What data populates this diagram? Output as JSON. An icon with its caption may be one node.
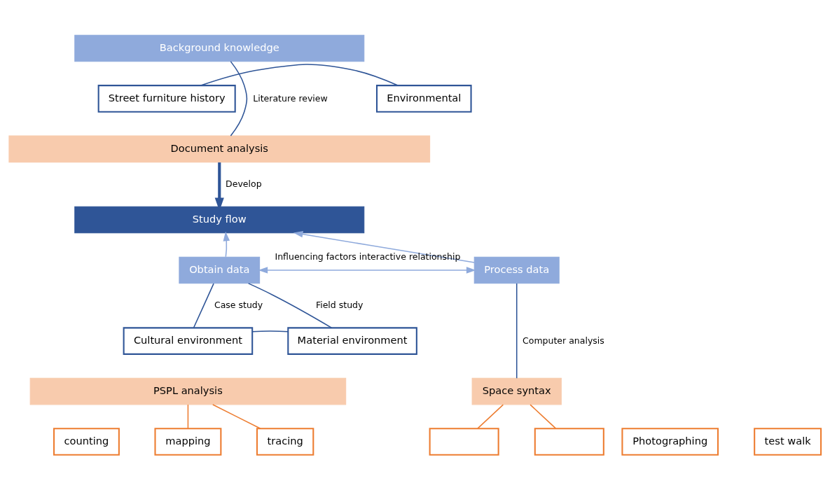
{
  "diagram": {
    "nodes": [
      {
        "text": [
          "Background knowledge"
        ]
      },
      {
        "text": [
          "Street furniture history"
        ]
      },
      {
        "text": [
          "Environmental"
        ]
      },
      {
        "text": [
          "Document analysis"
        ]
      },
      {
        "text": [
          "Study flow"
        ]
      },
      {
        "text": [
          "Obtain data"
        ]
      },
      {
        "text": [
          "Process data"
        ]
      },
      {
        "text": [
          "Cultural environment"
        ]
      },
      {
        "text": [
          "Material environment"
        ]
      },
      {
        "text": [
          "PSPL analysis"
        ]
      },
      {
        "text": [
          "Space syntax"
        ]
      },
      {
        "text": [
          "counting"
        ]
      },
      {
        "text": [
          "mapping"
        ]
      },
      {
        "text": [
          "tracing"
        ]
      },
      {
        "text": [
          "Photographing"
        ]
      },
      {
        "text": [
          "test walk"
        ]
      },
      {
        "text": [],
        "shape": "box"
      },
      {
        "text": [],
        "shape": "box"
      }
    ],
    "edges": [
      {
        "from": 0,
        "to": 3,
        "arrow": "none",
        "label": "Literature review"
      },
      {
        "from": 1,
        "to": 2,
        "arrow": "none"
      },
      {
        "from": 3,
        "to": 4,
        "arrow": "to",
        "label": "Develop",
        "style": "thick"
      },
      {
        "from": 5,
        "to": 4,
        "arrow": "to",
        "color": "#8faadc"
      },
      {
        "from": 6,
        "to": 4,
        "arrow": "to",
        "color": "#8faadc"
      },
      {
        "from": 5,
        "to": 6,
        "arrow": "both",
        "label": "Influencing factors interactive relationship",
        "color": "#8faadc"
      },
      {
        "from": 5,
        "to": 7,
        "arrow": "none",
        "label": "Case study"
      },
      {
        "from": 5,
        "to": 8,
        "arrow": "none",
        "label": "Field study"
      },
      {
        "from": 7,
        "to": 8,
        "arrow": "none"
      },
      {
        "from": 6,
        "to": 10,
        "arrow": "none",
        "label": "Computer analysis"
      },
      {
        "from": 9,
        "to": 12,
        "arrow": "none",
        "color": "#ed7d31"
      },
      {
        "from": 9,
        "to": 13,
        "arrow": "none",
        "color": "#ed7d31"
      },
      {
        "from": 10,
        "to": 16,
        "arrow": "none",
        "color": "#ed7d31"
      },
      {
        "from": 10,
        "to": 17,
        "arrow": "none",
        "color": "#ed7d31"
      }
    ]
  }
}
